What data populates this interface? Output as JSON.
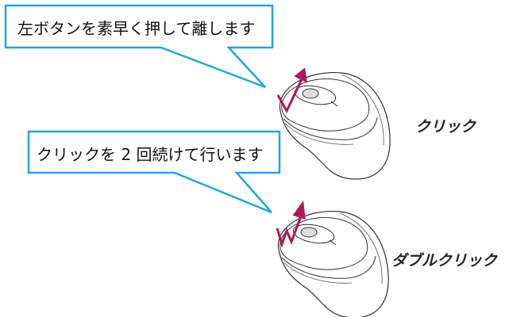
{
  "callouts": [
    {
      "text": "左ボタンを素早く押して離します"
    },
    {
      "text": "クリックを 2 回続けて行います"
    }
  ],
  "labels": {
    "click": "クリック",
    "double_click": "ダブルクリック"
  },
  "colors": {
    "callout_border": "#1ea8dc",
    "arrow": "#b0185a",
    "outline": "#333333"
  }
}
